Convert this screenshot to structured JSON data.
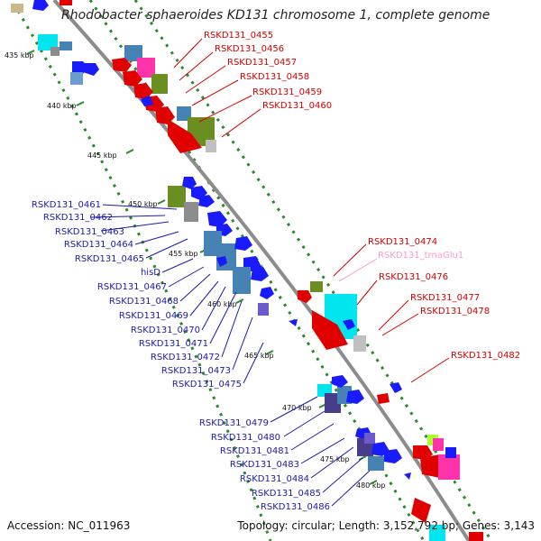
{
  "title": "Rhodobacter sphaeroides KD131 chromosome 1, complete genome",
  "accession": "Accession: NC_011963",
  "summary": "Topology: circular; Length: 3,152,792 bp; Genes: 3,143",
  "colors": {
    "red_label": "#d40000",
    "blue_label": "#1a1aa8",
    "pink_label": "#ff99cc",
    "backbone": "#8c8c8c",
    "tick": "#2a8a2a"
  },
  "ticks": [
    "435 kbp",
    "440 kbp",
    "445 kbp",
    "450 kbp",
    "455 kbp",
    "460 kbp",
    "465 kbp",
    "470 kbp",
    "475 kbp",
    "480 kbp"
  ],
  "labels_top_right": [
    "RSKD131_0455",
    "RSKD131_0456",
    "RSKD131_0457",
    "RSKD131_0458",
    "RSKD131_0459",
    "RSKD131_0460"
  ],
  "labels_left": [
    "RSKD131_0461",
    "RSKD131_0462",
    "RSKD131_0463",
    "RSKD131_0464",
    "RSKD131_0465",
    "hisD",
    "RSKD131_0467",
    "RSKD131_0468",
    "RSKD131_0469",
    "RSKD131_0470",
    "RSKD131_0471",
    "RSKD131_0472",
    "RSKD131_0473",
    "RSKD131_0475"
  ],
  "labels_mid_right": [
    "RSKD131_0474",
    "RSKD131_trnaGlu1",
    "RSKD131_0476",
    "RSKD131_0477",
    "RSKD131_0478",
    "RSKD131_0482"
  ],
  "labels_bottom_left": [
    "RSKD131_0479",
    "RSKD131_0480",
    "RSKD131_0481",
    "RSKD131_0483",
    "RSKD131_0484",
    "RSKD131_0485",
    "RSKD131_0486"
  ]
}
